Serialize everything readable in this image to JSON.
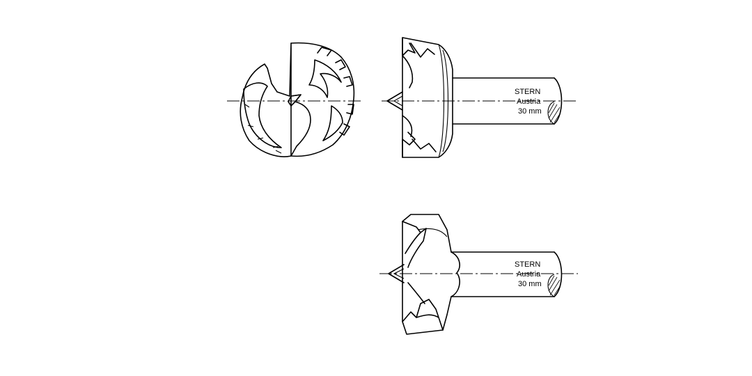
{
  "drawing": {
    "stroke_color": "#000000",
    "background_color": "#ffffff",
    "top_shank_label": {
      "line1": "STERN",
      "line2": "Austria",
      "line3": "30 mm"
    },
    "bottom_shank_label": {
      "line1": "STERN",
      "line2": "Austria",
      "line3": "30 mm"
    }
  }
}
